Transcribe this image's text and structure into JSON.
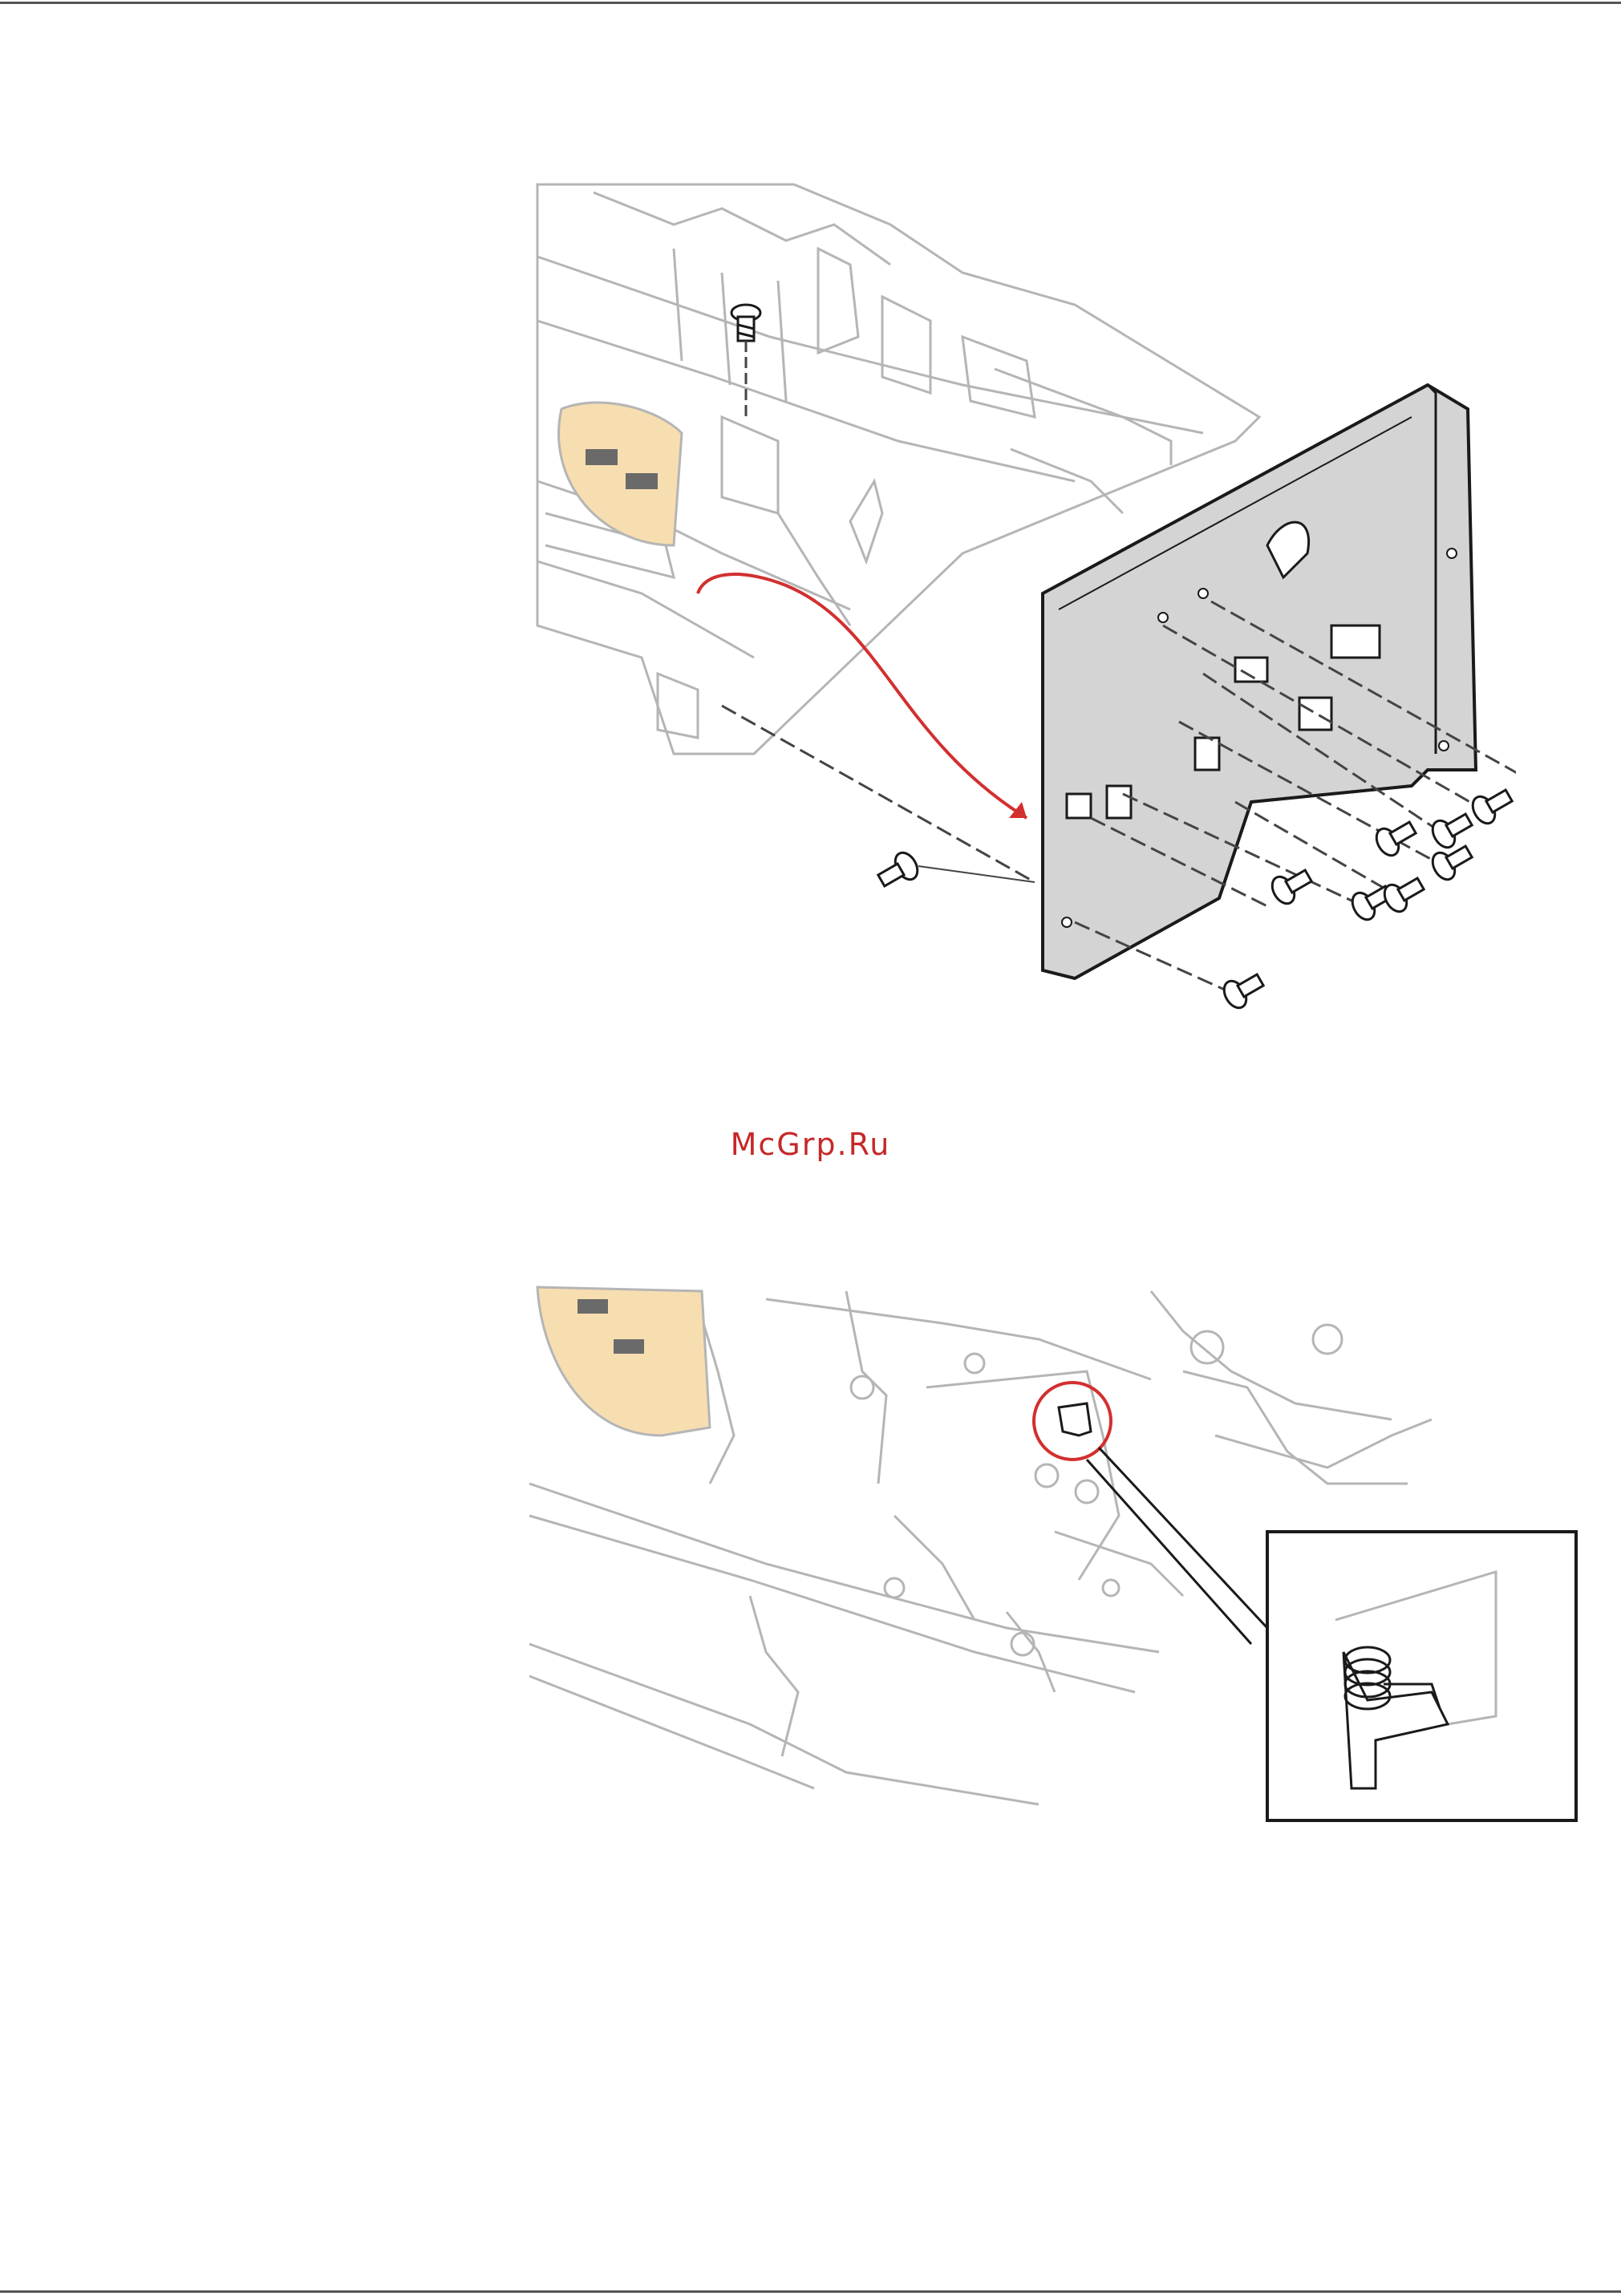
{
  "watermark": "McGrp.Ru",
  "colors": {
    "rule": "#555555",
    "line_art": "#b5b5b5",
    "dark_line": "#1a1a1a",
    "plate_fill": "#d4d4d4",
    "gear_fill": "#f7deb0",
    "arrow": "#d32f2f",
    "highlight_circle": "#d32f2f",
    "watermark": "#c62828"
  },
  "figures": [
    {
      "id": "frame-removal",
      "icons": [
        "screw-icon",
        "curved-arrow-icon",
        "dashed-guide-line"
      ]
    },
    {
      "id": "spring-detail",
      "icons": [
        "highlight-circle-icon",
        "magnified-inset"
      ]
    }
  ]
}
